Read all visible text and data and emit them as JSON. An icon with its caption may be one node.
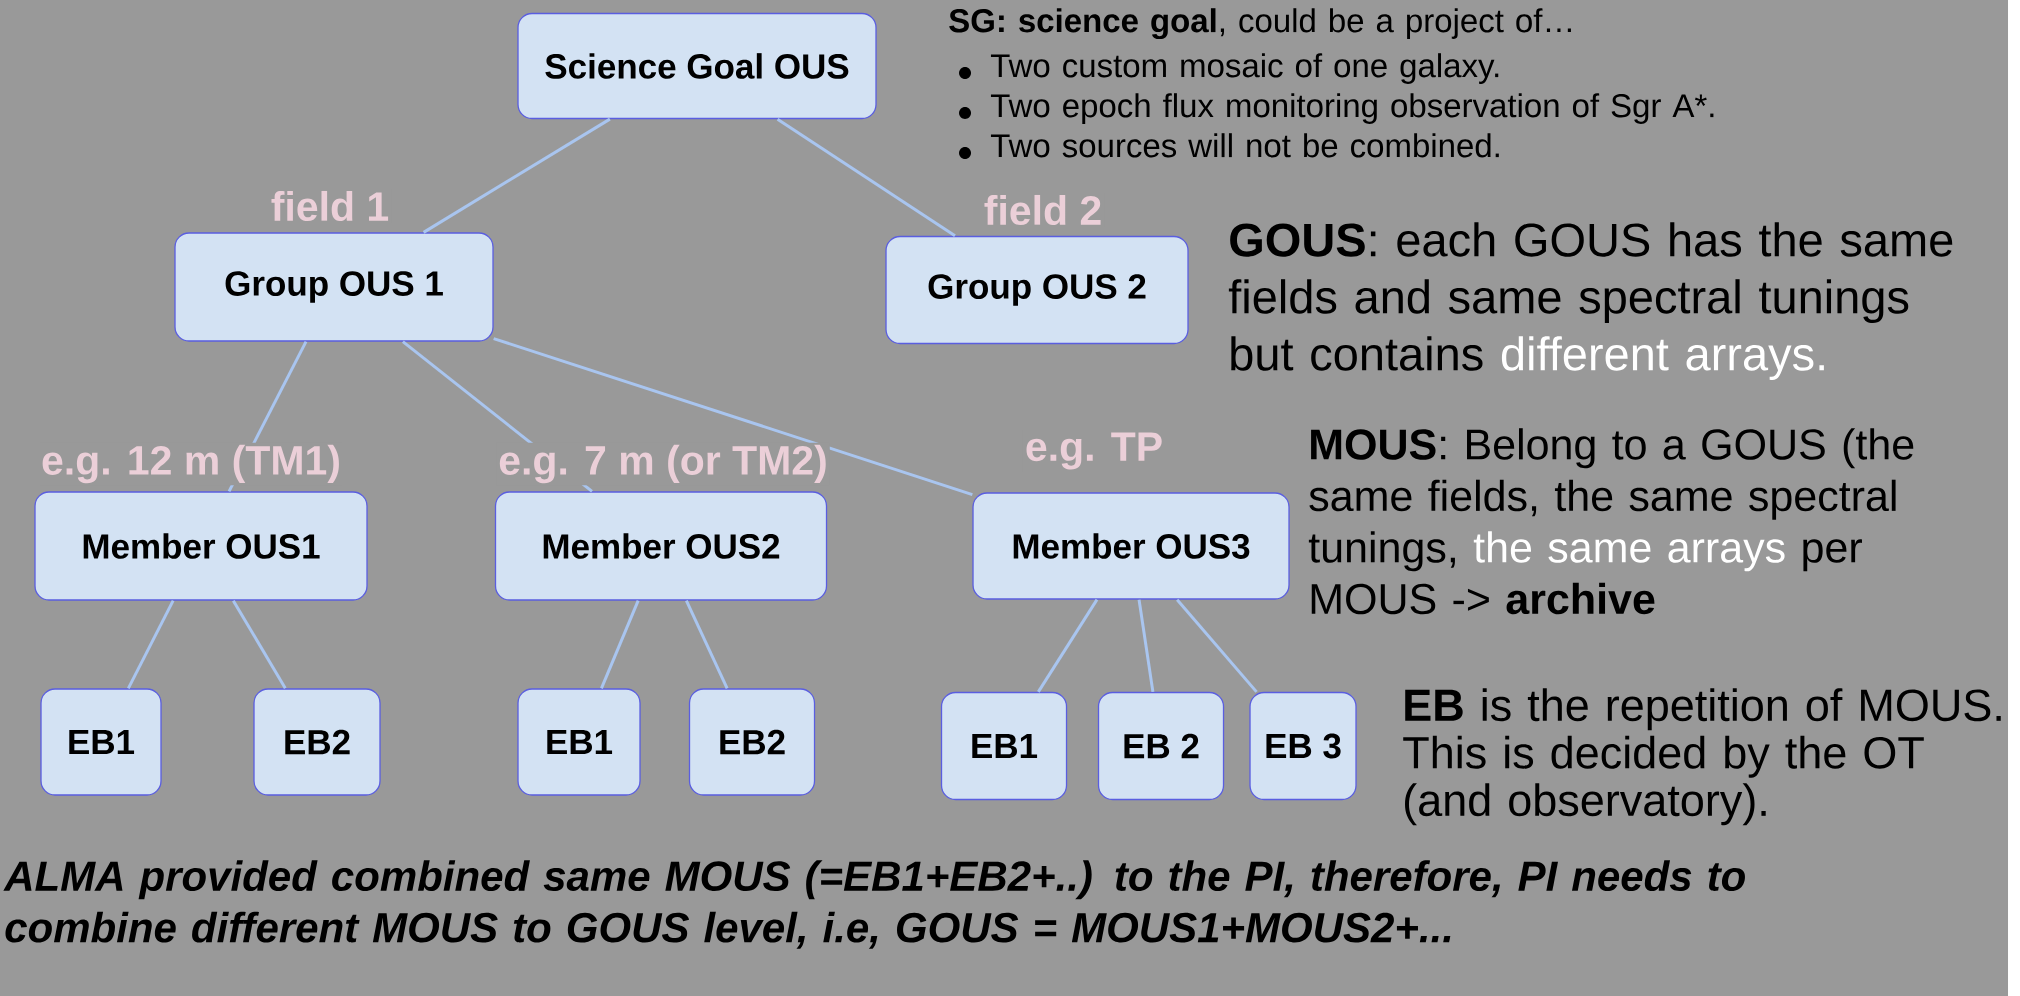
{
  "diagram": {
    "nodes": [
      {
        "text": [
          "Science Goal OUS"
        ]
      },
      {
        "text": [
          "Group OUS 1"
        ],
        "beside": [
          "field 1"
        ]
      },
      {
        "text": [
          "Group OUS 2"
        ],
        "beside": [
          "field 2"
        ]
      },
      {
        "text": [
          "Member OUS1"
        ],
        "beside": [
          "e.g. 12 m (TM1)"
        ]
      },
      {
        "text": [
          "Member OUS2"
        ],
        "beside": [
          "e.g. 7 m (or TM2)"
        ]
      },
      {
        "text": [
          "Member OUS3"
        ],
        "beside": [
          "e.g. TP"
        ]
      },
      {
        "text": [
          "EB1"
        ]
      },
      {
        "text": [
          "EB2"
        ]
      },
      {
        "text": [
          "EB1"
        ]
      },
      {
        "text": [
          "EB2"
        ]
      },
      {
        "text": [
          "EB1"
        ]
      },
      {
        "text": [
          "EB 2"
        ]
      },
      {
        "text": [
          "EB 3"
        ]
      }
    ],
    "edges": [
      {
        "from": 0,
        "to": 1,
        "arrow": "none"
      },
      {
        "from": 0,
        "to": 2,
        "arrow": "none"
      },
      {
        "from": 1,
        "to": 3,
        "arrow": "none"
      },
      {
        "from": 1,
        "to": 4,
        "arrow": "none"
      },
      {
        "from": 1,
        "to": 5,
        "arrow": "none"
      },
      {
        "from": 3,
        "to": 6,
        "arrow": "none"
      },
      {
        "from": 3,
        "to": 7,
        "arrow": "none"
      },
      {
        "from": 4,
        "to": 8,
        "arrow": "none"
      },
      {
        "from": 4,
        "to": 9,
        "arrow": "none"
      },
      {
        "from": 5,
        "to": 10,
        "arrow": "none"
      },
      {
        "from": 5,
        "to": 11,
        "arrow": "none"
      },
      {
        "from": 5,
        "to": 12,
        "arrow": "none"
      }
    ],
    "labels": [
      "**SG: science goal**, could be a project of…",
      "Two custom mosaic of one galaxy.",
      "Two epoch flux monitoring observation of Sgr A*.",
      "Two sources will not be combined.",
      "**GOUS**: each GOUS has the same fields and same spectral tunings but contains",
      "different arrays.",
      "**MOUS**: Belong to a GOUS (the same fields, the same spectral tunings,",
      "the same arrays",
      "per MOUS -> **archive**",
      "**EB** is the repetition of MOUS. This is decided by the OT (and observatory).",
      "ALMA provided combined same MOUS (=EB1+EB2+..) to the PI, therefore, PI needs to combine different MOUS to GOUS level, i.e, GOUS = MOUS1+MOUS2+..."
    ]
  }
}
